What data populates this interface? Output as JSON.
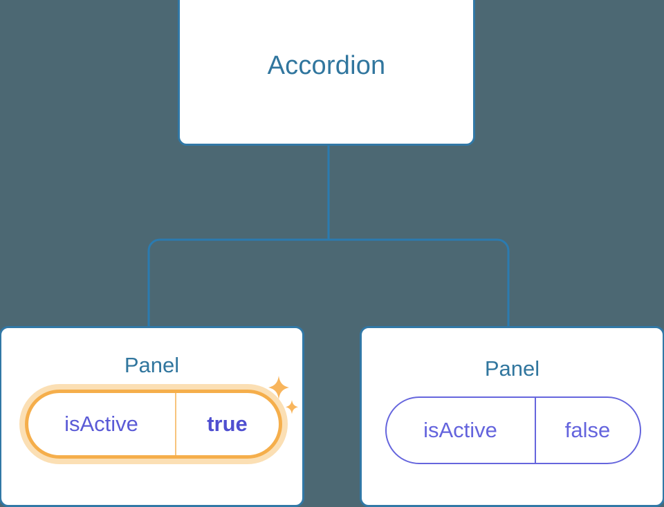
{
  "theme": {
    "background": "#4c6873",
    "card_background": "#ffffff",
    "card_border": "#3178a6",
    "title_color": "#31769e",
    "connector_color": "#2b7bb0",
    "prop_text_color": "#6464dd",
    "prop_value_highlight_color": "#4f4fd0",
    "highlight_border": "#f5ae4b",
    "highlight_glow": "#fbdfb4",
    "sparkle_color": "#f8b55c"
  },
  "tree": {
    "root": {
      "title": "Accordion"
    },
    "children": [
      {
        "title": "Panel",
        "highlighted": true,
        "prop": {
          "key": "isActive",
          "value": "true"
        },
        "decorations": [
          "sparkle-large",
          "sparkle-small"
        ]
      },
      {
        "title": "Panel",
        "highlighted": false,
        "prop": {
          "key": "isActive",
          "value": "false"
        },
        "decorations": []
      }
    ]
  }
}
